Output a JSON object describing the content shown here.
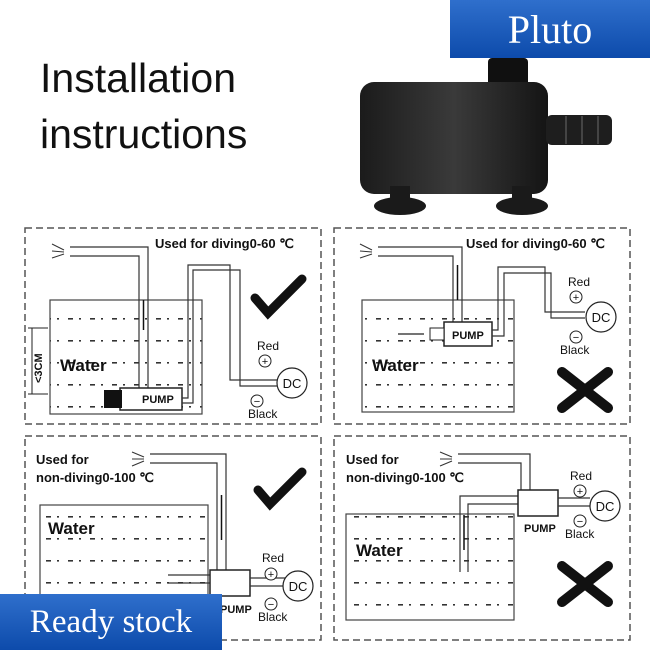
{
  "brand": "Pluto",
  "title": {
    "line1": "Installation",
    "line2": "instructions"
  },
  "badge": "Ready stock",
  "panels": [
    {
      "caption": "Used for diving0-60 ℃",
      "water": "Water",
      "pump": "PUMP",
      "red": "Red",
      "black": "Black",
      "dc": "DC",
      "depth": "<3CM",
      "mark": "check-icon"
    },
    {
      "caption": "Used for diving0-60 ℃",
      "water": "Water",
      "pump": "PUMP",
      "red": "Red",
      "black": "Black",
      "dc": "DC",
      "mark": "cross-icon"
    },
    {
      "caption_line1": "Used for",
      "caption_line2": "non-diving0-100 ℃",
      "water": "Water",
      "pump": "PUMP",
      "red": "Red",
      "black": "Black",
      "dc": "DC",
      "mark": "check-icon"
    },
    {
      "caption_line1": "Used for",
      "caption_line2": "non-diving0-100 ℃",
      "water": "Water",
      "pump": "PUMP",
      "red": "Red",
      "black": "Black",
      "dc": "DC",
      "mark": "cross-icon"
    }
  ]
}
